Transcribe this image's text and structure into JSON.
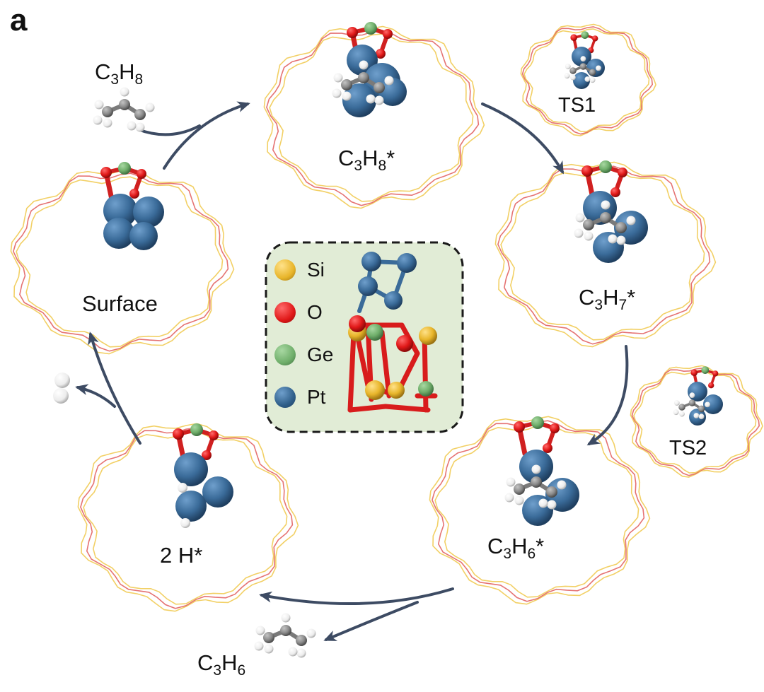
{
  "figure": {
    "panel_label": "a",
    "states": {
      "surface": "Surface",
      "c3h8_ads": {
        "main": "C",
        "sub1": "3",
        "mid": "H",
        "sub2": "8",
        "sup": "*"
      },
      "ts1": "TS1",
      "c3h7_ads": {
        "main": "C",
        "sub1": "3",
        "mid": "H",
        "sub2": "7",
        "sup": "*"
      },
      "ts2": "TS2",
      "c3h6_ads": {
        "main": "C",
        "sub1": "3",
        "mid": "H",
        "sub2": "6",
        "sup": "*"
      },
      "h2_ads": "2 H*"
    },
    "gas_molecules": {
      "propane": {
        "main": "C",
        "sub1": "3",
        "mid": "H",
        "sub2": "8"
      },
      "propene": {
        "main": "C",
        "sub1": "3",
        "mid": "H",
        "sub2": "6"
      }
    },
    "legend": [
      {
        "label": "Si",
        "color": "#e8b52a"
      },
      {
        "label": "O",
        "color": "#e01818"
      },
      {
        "label": "Ge",
        "color": "#6fae6a"
      },
      {
        "label": "Pt",
        "color": "#2f5f8a"
      }
    ],
    "colors": {
      "arrow": "#3d4b63",
      "legend_bg": "#e1ecd6",
      "framework_yellow": "#f0c84a",
      "framework_red": "#e05a5a",
      "pt": "#3a6b99",
      "carbon": "#8a8a8a",
      "hydrogen": "#f2f2f2"
    }
  }
}
